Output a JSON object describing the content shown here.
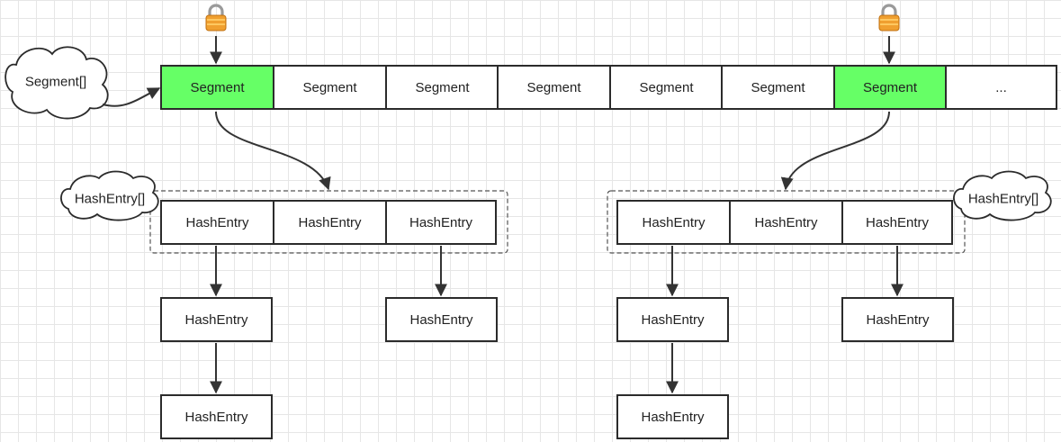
{
  "colors": {
    "locked_fill": "#66ff66",
    "box_stroke": "#2b2b2b",
    "arrow": "#333333",
    "grid": "#e6e6e6"
  },
  "segment_array_label": "Segment[]",
  "segments": [
    {
      "label": "Segment",
      "locked": true
    },
    {
      "label": "Segment",
      "locked": false
    },
    {
      "label": "Segment",
      "locked": false
    },
    {
      "label": "Segment",
      "locked": false
    },
    {
      "label": "Segment",
      "locked": false
    },
    {
      "label": "Segment",
      "locked": false
    },
    {
      "label": "Segment",
      "locked": true
    },
    {
      "label": "...",
      "locked": false
    }
  ],
  "lock_icon": "padlock-icon",
  "left_group": {
    "array_label": "HashEntry[]",
    "array_cells": [
      "HashEntry",
      "HashEntry",
      "HashEntry"
    ],
    "chain_a": [
      "HashEntry",
      "HashEntry"
    ],
    "chain_c": [
      "HashEntry"
    ]
  },
  "right_group": {
    "array_label": "HashEntry[]",
    "array_cells": [
      "HashEntry",
      "HashEntry",
      "HashEntry"
    ],
    "chain_a": [
      "HashEntry",
      "HashEntry"
    ],
    "chain_c": [
      "HashEntry"
    ]
  }
}
